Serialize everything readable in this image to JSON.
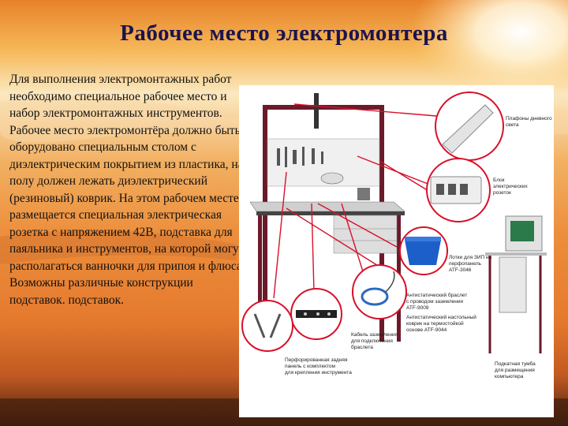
{
  "slide": {
    "title": "Рабочее место электромонтера",
    "paragraph_1": "Для выполнения электромонтажных работ необходимо специальное рабочее место и набор электромонтажных инструментов.",
    "paragraph_2": "Рабочее место электромонтёра должно быть оборудовано специальным столом с диэлектрическим покрытием из пластика, на полу должен лежать диэлектрический (резиновый) коврик. На этом рабочем месте размещается специальная электрическая розетка с напряжением 42В, подставка для паяльника и инструментов, на которой могут располагаться ванночки для припоя и флюса. Возможны различные конструкции подставок. подставок."
  },
  "figure": {
    "labels": {
      "lamp": [
        "Плафоны дневного",
        "света"
      ],
      "sockets": [
        "Блок",
        "электрических",
        "розеток"
      ],
      "bins": [
        "Лотки для ЗИП на",
        "перфопанель",
        "ATF-3046"
      ],
      "bracelet": [
        "Антистатический браслет",
        "с проводом заземления",
        "ATF-9009"
      ],
      "mat": [
        "Антистатический настольный",
        "коврик на термостойкой",
        "основе ATF-9044"
      ],
      "cable": [
        "Кабель заземления",
        "для подключения",
        "браслета"
      ],
      "panel": [
        "Перфорированная задняя",
        "панель с комплектом",
        "для крепления инструмента"
      ],
      "cabinet": [
        "Подкатная тумба",
        "для размещения",
        "компьютера"
      ]
    },
    "colors": {
      "frame": "#6b1a2a",
      "callout": "#d8102a",
      "bin": "#1d5fc8",
      "panel_bg": "#ffffff"
    }
  }
}
